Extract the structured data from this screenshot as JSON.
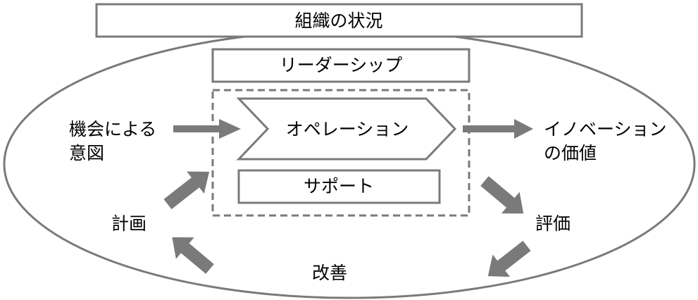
{
  "title": "組織の状況",
  "leadership": "リーダーシップ",
  "operation": "オペレーション",
  "support": "サポート",
  "input": {
    "line1": "機会による",
    "line2": "意図"
  },
  "output": {
    "line1": "イノベーション",
    "line2": "の価値"
  },
  "plan": "計画",
  "evaluate": "評価",
  "improve": "改善",
  "colors": {
    "stroke": "#7a7a7a",
    "arrow": "#7a7a7a",
    "text": "#000000",
    "background": "#ffffff"
  }
}
